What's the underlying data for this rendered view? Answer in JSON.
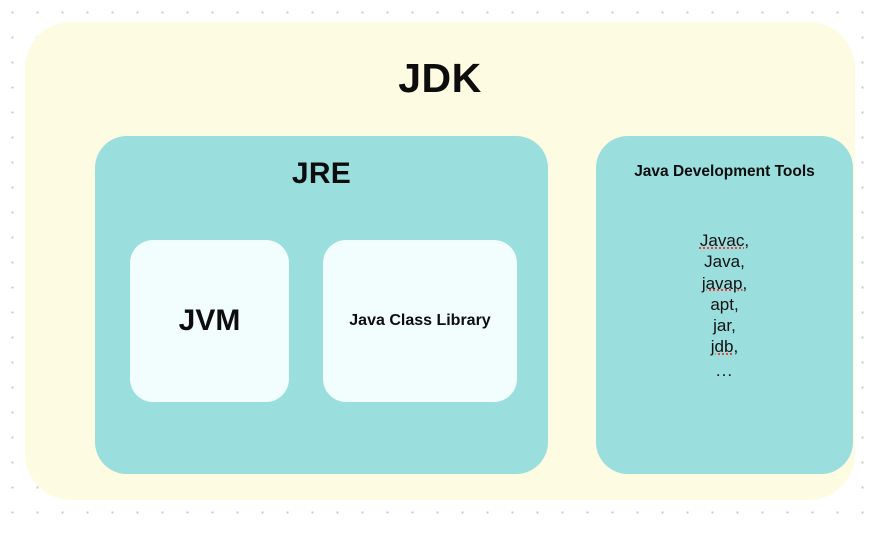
{
  "diagram": {
    "title": "JDK",
    "colors": {
      "outer_card": "#FDFBE1",
      "group_box": "#9ADEDE",
      "inner_box": "#F2FDFD",
      "text": "#0D0D0D",
      "page_background": "#FFFFFF",
      "dot_grid": "#C9C9C9",
      "spellcheck_underline": "#E8453C"
    },
    "jre": {
      "title": "JRE",
      "components": [
        {
          "label": "JVM"
        },
        {
          "label": "Java Class Library"
        }
      ]
    },
    "tools": {
      "title": "Java Development Tools",
      "items": [
        {
          "text": "Javac,",
          "spell_flagged": true
        },
        {
          "text": "Java,",
          "spell_flagged": false
        },
        {
          "text": "javap,",
          "spell_flagged": true
        },
        {
          "text": "apt,",
          "spell_flagged": false
        },
        {
          "text": "jar,",
          "spell_flagged": false
        },
        {
          "text": "jdb,",
          "spell_flagged": true
        },
        {
          "text": "...",
          "spell_flagged": false
        }
      ]
    }
  }
}
